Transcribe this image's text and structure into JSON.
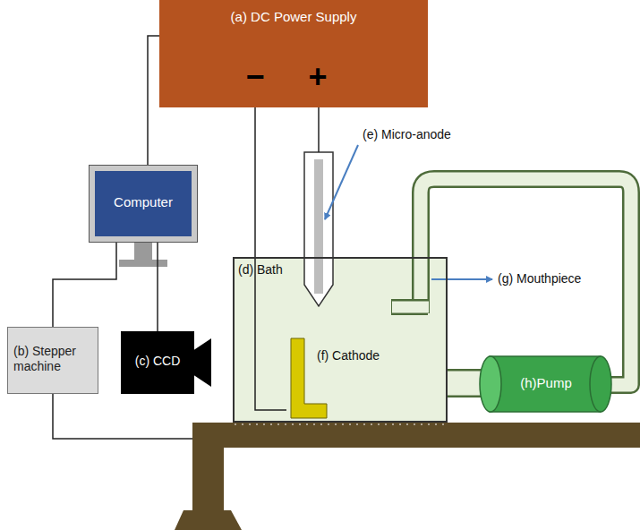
{
  "diagram": {
    "nodes": [
      {
        "text": [
          "(a) DC Power Supply",
          "−",
          "+"
        ]
      },
      {
        "text": [
          "Computer"
        ]
      },
      {
        "text": [
          "(b) Stepper machine"
        ]
      },
      {
        "text": [
          "(c) CCD"
        ]
      },
      {
        "text": [
          "(d) Bath"
        ]
      },
      {
        "text": [
          "(f) Cathode"
        ],
        "in": 4
      },
      {
        "text": [
          "(h)Pump"
        ]
      }
    ],
    "edges": [
      {
        "from": 0,
        "to": 1,
        "arrow": "none"
      },
      {
        "from": 1,
        "to": 2,
        "arrow": "none"
      },
      {
        "from": 1,
        "to": 3,
        "arrow": "none"
      },
      {
        "from": 0,
        "to": 5,
        "arrow": "none"
      }
    ],
    "labels": [
      "(e) Micro-anode",
      "(g) Mouthpiece"
    ]
  }
}
